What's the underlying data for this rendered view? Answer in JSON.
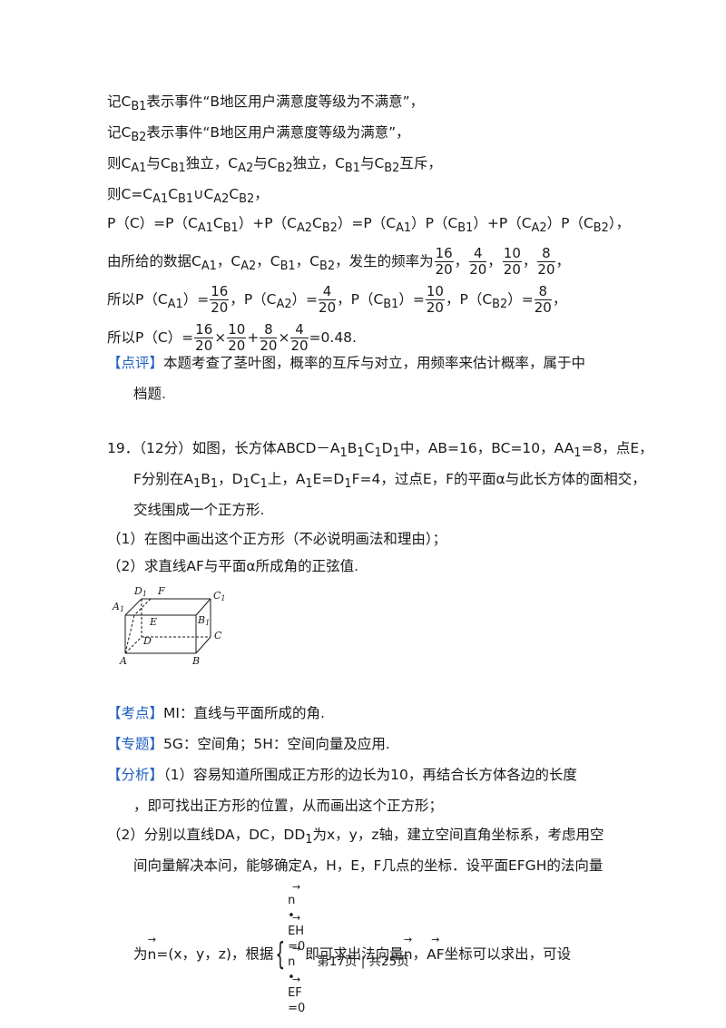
{
  "solution": {
    "l1": "记C<sub>B1</sub>表示事件“B地区用户满意度等级为不满意”，",
    "l2": "记C<sub>B2</sub>表示事件“B地区用户满意度等级为满意”，",
    "l3": "则C<sub>A1</sub>与C<sub>B1</sub>独立，C<sub>A2</sub>与C<sub>B2</sub>独立，C<sub>B1</sub>与C<sub>B2</sub>互斥，",
    "l4": "则C=C<sub>A1</sub>C<sub>B1</sub>∪C<sub>A2</sub>C<sub>B2</sub>，",
    "l5": "P（C）=P（C<sub>A1</sub>C<sub>B1</sub>）+P（C<sub>A2</sub>C<sub>B2</sub>）=P（C<sub>A1</sub>）P（C<sub>B1</sub>）+P（C<sub>A2</sub>）P（C<sub>B2</sub>），",
    "l6": "由所给的数据C<sub>A1</sub>，C<sub>A2</sub>，C<sub>B1</sub>，C<sub>B2</sub>，发生的频率为<span class=\"frac\"><span class=\"nu\">16</span><span class=\"de\">20</span></span>，<span class=\"frac\"><span class=\"nu\">4</span><span class=\"de\">20</span></span>，<span class=\"frac\"><span class=\"nu\">10</span><span class=\"de\">20</span></span>，<span class=\"frac\"><span class=\"nu\">8</span><span class=\"de\">20</span></span>，",
    "l7": "所以P（C<sub>A1</sub>）=<span class=\"frac\"><span class=\"nu\">16</span><span class=\"de\">20</span></span>，P（C<sub>A2</sub>）=<span class=\"frac\"><span class=\"nu\">4</span><span class=\"de\">20</span></span>，P（C<sub>B1</sub>）=<span class=\"frac\"><span class=\"nu\">10</span><span class=\"de\">20</span></span>，P（C<sub>B2</sub>）=<span class=\"frac\"><span class=\"nu\">8</span><span class=\"de\">20</span></span>，",
    "l8": "所以P（C）=<span class=\"frac\"><span class=\"nu\">16</span><span class=\"de\">20</span></span>×<span class=\"frac\"><span class=\"nu\">10</span><span class=\"de\">20</span></span>+<span class=\"frac\"><span class=\"nu\">8</span><span class=\"de\">20</span></span>×<span class=\"frac\"><span class=\"nu\">4</span><span class=\"de\">20</span></span>=0.48."
  },
  "review": {
    "tag": "【点评】",
    "l1": "本题考查了茎叶图，概率的互斥与对立，用频率来估计概率，属于中",
    "l2": "档题."
  },
  "q19": {
    "l1": "19．（12分）如图，长方体ABCD－A<sub>1</sub>B<sub>1</sub>C<sub>1</sub>D<sub>1</sub>中，AB=16，BC=10，AA<sub>1</sub>=8，点E，",
    "l2": "F分别在A<sub>1</sub>B<sub>1</sub>，D<sub>1</sub>C<sub>1</sub>上，A<sub>1</sub>E=D<sub>1</sub>F=4，过点E，F的平面α与此长方体的面相交，",
    "l3": "交线围成一个正方形.",
    "l4": "（1）在图中画出这个正方形（不必说明画法和理由）；",
    "l5": "（2）求直线AF与平面α所成角的正弦值."
  },
  "figure": {
    "A": "A",
    "B": "B",
    "C": "C",
    "D": "D",
    "E": "E",
    "F": "F",
    "A1": "A",
    "B1": "B",
    "C1": "C",
    "D1": "D",
    "sub1": "1"
  },
  "kaodian": {
    "tag": "【考点】",
    "text": "MI：直线与平面所成的角."
  },
  "zhuanti": {
    "tag": "【专题】",
    "text": "5G：空间角；5H：空间向量及应用."
  },
  "fenxi": {
    "tag": "【分析】",
    "l1": "（1）容易知道所围成正方形的边长为10，再结合长方体各边的长度",
    "l2": "，即可找出正方形的位置，从而画出这个正方形；",
    "l3": "（2）分别以直线DA，DC，DD<sub>1</sub>为x，y，z轴，建立空间直角坐标系，考虑用空",
    "l4": "间向量解决本问，能够确定A，H，E，F几点的坐标．设平面EFGH的法向量",
    "l5": "为<span class=\"vec\">n</span>=(x，y，z)，根据<span class=\"brace\">{</span><span class=\"sys\"><span><span class=\"vec\">n</span>•<span class=\"vec\">EH</span>=0</span><span><span class=\"vec\">n</span>•<span class=\"vec\">EF</span>=0</span></span>即可求出法向量<span class=\"vec\">n</span>，<span class=\"vec\">AF</span>坐标可以求出，可设"
  },
  "footer": "第17页 | 共25页"
}
